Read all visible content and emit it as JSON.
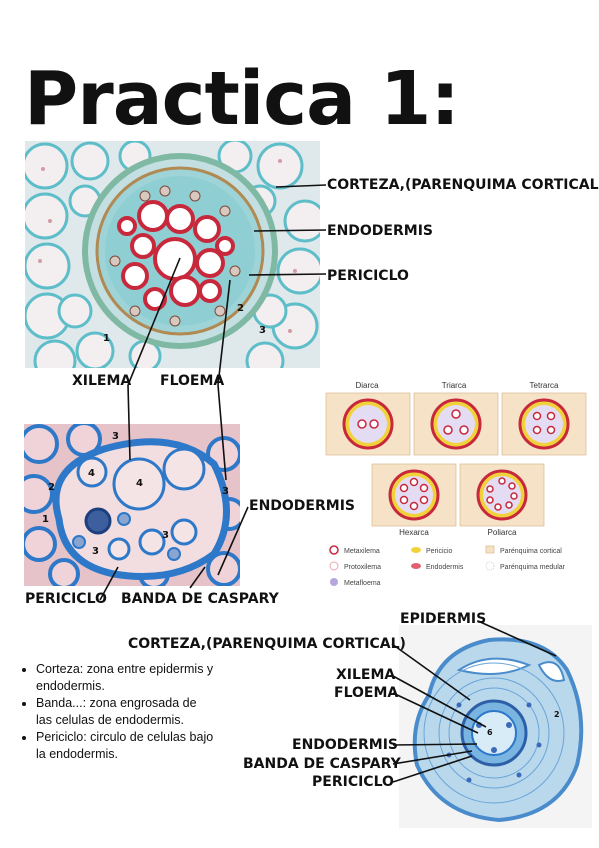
{
  "title": "Practica 1:",
  "colors": {
    "xylem_red": "#c8283c",
    "stain_cyan": "#5dbdc8",
    "stain_blue": "#2d78c8",
    "pericycle_yellow": "#f2d23a"
  },
  "top_labels": {
    "corteza": "CORTEZA,(PARENQUIMA CORTICAL)",
    "endodermis": "ENDODERMIS",
    "periciclo": "PERICICLO",
    "xilema": "XILEMA",
    "floema": "FLOEMA"
  },
  "middle_labels": {
    "endodermis": "ENDODERMIS",
    "periciclo": "PERICICLO",
    "banda": "BANDA DE CASPARY",
    "numbers": [
      "1",
      "2",
      "3",
      "4",
      "4",
      "3",
      "3",
      "3"
    ]
  },
  "diagram": {
    "types": [
      "Diarca",
      "Triarca",
      "Tetrarca",
      "Hexarca",
      "Poliarca"
    ],
    "legend": [
      "Metaxilema",
      "Protoxilema",
      "Metafloema",
      "Pericicio",
      "Endodermis",
      "Parénquima cortical",
      "Parénquima medular"
    ]
  },
  "bottom_labels": {
    "epidermis": "EPIDERMIS",
    "corteza": "CORTEZA,(PARENQUIMA CORTICAL)",
    "xilema": "XILEMA",
    "floema": "FLOEMA",
    "endodermis": "ENDODERMIS",
    "banda": "BANDA DE CASPARY",
    "periciclo": "PERICICLO"
  },
  "notes": [
    "Corteza: zona entre epidermis y endodermis.",
    "Banda...: zona engrosada de las celulas de endodermis.",
    "Periciclo: circulo de celulas bajo la endodermis."
  ]
}
